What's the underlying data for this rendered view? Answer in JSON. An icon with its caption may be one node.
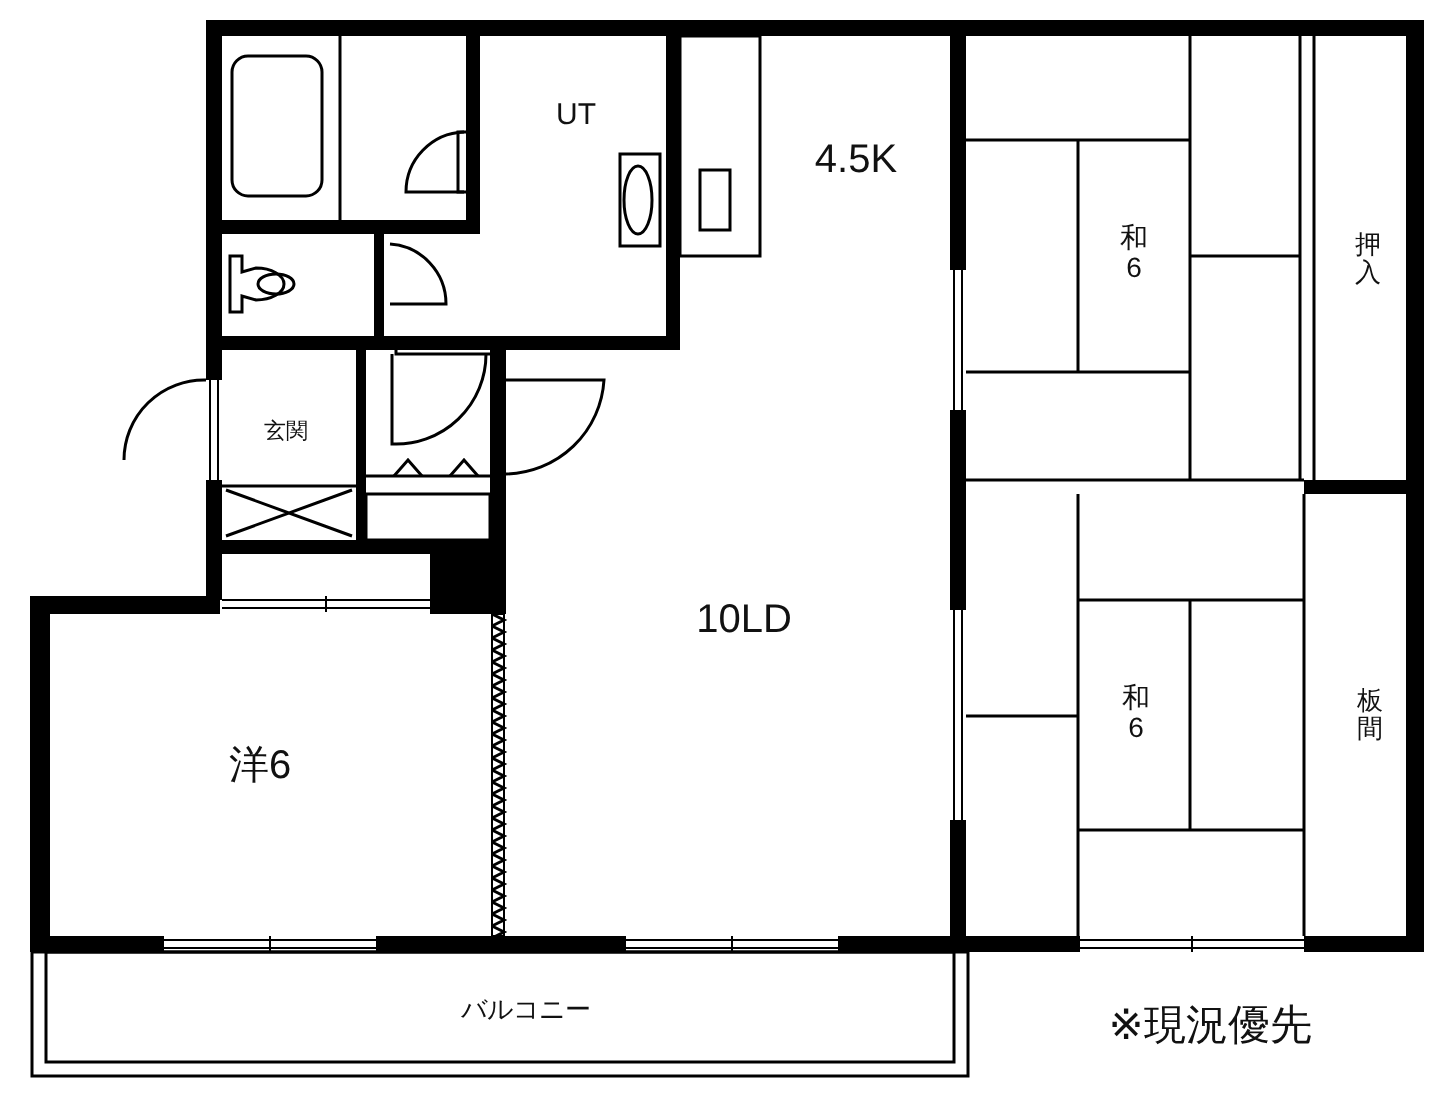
{
  "diagram": {
    "nodes": [
      {
        "text": [
          "UT"
        ]
      },
      {
        "text": [
          "4.5K"
        ]
      },
      {
        "text": [
          "玄関"
        ]
      },
      {
        "text": [
          "10LD"
        ]
      },
      {
        "text": [
          "洋6"
        ]
      },
      {
        "text": [
          "和6"
        ]
      },
      {
        "text": [
          "押入"
        ]
      },
      {
        "text": [
          "和6"
        ]
      },
      {
        "text": [
          "板間"
        ]
      },
      {
        "text": [
          "バルコニー"
        ]
      }
    ],
    "labels": [
      "※現況優先"
    ]
  }
}
